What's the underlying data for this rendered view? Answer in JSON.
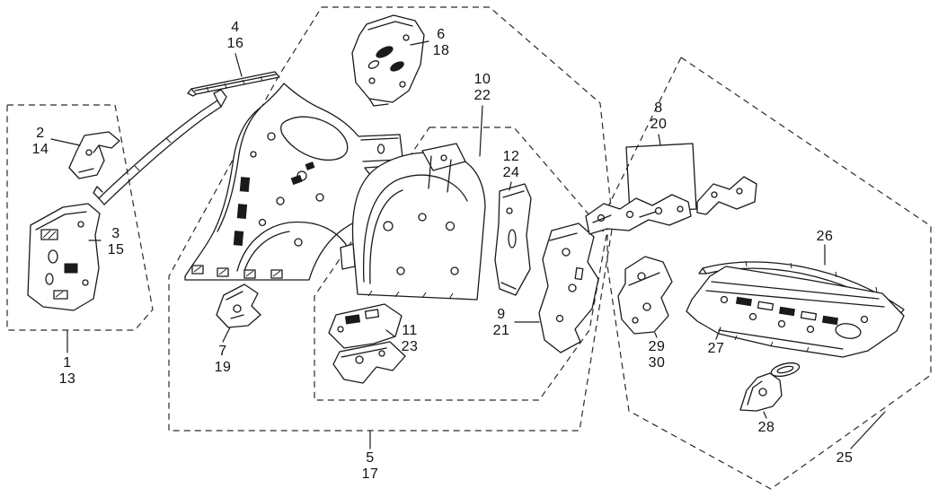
{
  "diagram": {
    "background_color": "#ffffff",
    "ink_color": "#1a1a1a",
    "kind": "exploded-body-panel-parts-diagram"
  },
  "labels": [
    {
      "id": "4-16",
      "lines": [
        "4",
        "16"
      ]
    },
    {
      "id": "6-18",
      "lines": [
        "6",
        "18"
      ]
    },
    {
      "id": "10-22",
      "lines": [
        "10",
        "22"
      ]
    },
    {
      "id": "8-20",
      "lines": [
        "8",
        "20"
      ]
    },
    {
      "id": "2-14",
      "lines": [
        "2",
        "14"
      ]
    },
    {
      "id": "12-24",
      "lines": [
        "12",
        "24"
      ]
    },
    {
      "id": "3-15",
      "lines": [
        "3",
        "15"
      ]
    },
    {
      "id": "26",
      "lines": [
        "26"
      ]
    },
    {
      "id": "9-21",
      "lines": [
        "9",
        "21"
      ]
    },
    {
      "id": "11-23",
      "lines": [
        "11",
        "23"
      ]
    },
    {
      "id": "29-30",
      "lines": [
        "29",
        "30"
      ]
    },
    {
      "id": "27",
      "lines": [
        "27"
      ]
    },
    {
      "id": "7-19",
      "lines": [
        "7",
        "19"
      ]
    },
    {
      "id": "1-13",
      "lines": [
        "1",
        "13"
      ]
    },
    {
      "id": "28",
      "lines": [
        "28"
      ]
    },
    {
      "id": "5-17",
      "lines": [
        "5",
        "17"
      ]
    },
    {
      "id": "25",
      "lines": [
        "25"
      ]
    }
  ]
}
